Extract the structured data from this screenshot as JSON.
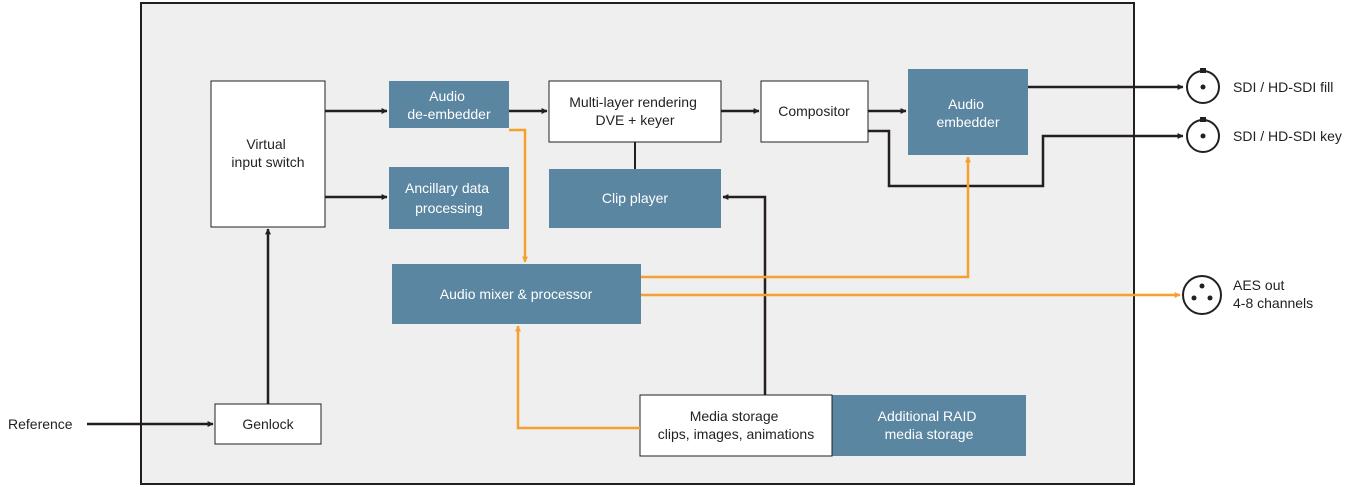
{
  "colors": {
    "chassis_fill": "#efefef",
    "chassis_border": "#231f20",
    "block_blue": "#5a86a1",
    "block_white": "#ffffff",
    "text_dark": "#231f20",
    "text_light": "#ffffff",
    "signal_black": "#231f20",
    "audio_orange": "#f5a030"
  },
  "blocks": {
    "virtual_switch": [
      "Virtual",
      "input switch"
    ],
    "audio_deembedder": [
      "Audio",
      "de-embedder"
    ],
    "ancillary": [
      "Ancillary data",
      "processing"
    ],
    "multilayer": [
      "Multi-layer rendering",
      "DVE + keyer"
    ],
    "compositor": [
      "Compositor"
    ],
    "audio_embedder": [
      "Audio",
      "embedder"
    ],
    "clip_player": [
      "Clip player"
    ],
    "audio_mixer": [
      "Audio mixer & processor"
    ],
    "genlock": [
      "Genlock"
    ],
    "media_storage": [
      "Media storage",
      "clips, images, animations"
    ],
    "raid_storage": [
      "Additional RAID",
      "media storage"
    ]
  },
  "external": {
    "reference": "Reference",
    "sdi_fill": "SDI / HD-SDI fill",
    "sdi_key": "SDI / HD-SDI key",
    "aes_out": [
      "AES out",
      "4-8 channels"
    ]
  },
  "icons": {
    "sdi_fill_connector": "bnc-connector-icon",
    "sdi_key_connector": "bnc-connector-icon",
    "aes_connector": "xlr-connector-icon"
  }
}
